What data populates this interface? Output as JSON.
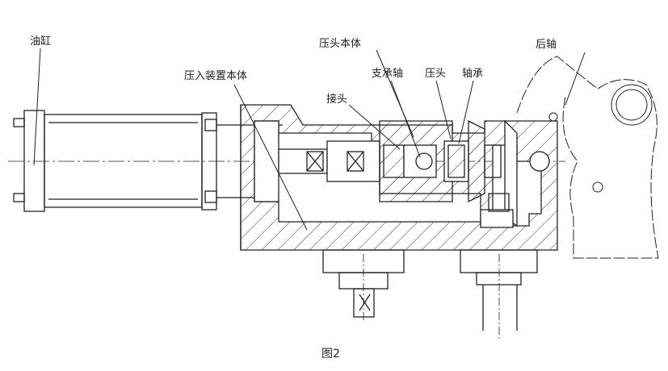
{
  "labels": {
    "cylinder": "油缸",
    "press_device_body": "压入装置本体",
    "press_head_body": "压头本体",
    "support_shaft": "支承轴",
    "press_head": "压头",
    "bearing": "轴承",
    "rear_axle": "后轴",
    "connector": "接头"
  },
  "caption": "图2"
}
